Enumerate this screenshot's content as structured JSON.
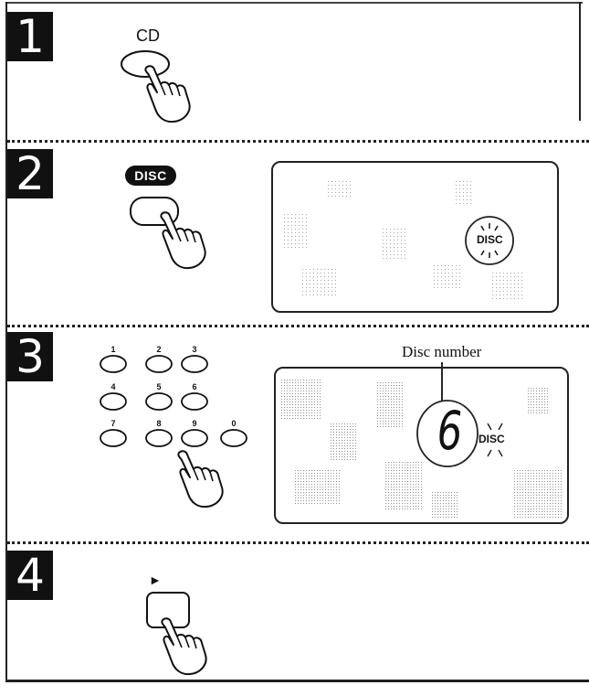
{
  "steps": {
    "one": {
      "number": "1",
      "button_label": "CD"
    },
    "two": {
      "number": "2",
      "button_label": "DISC",
      "display_indicator": "DISC"
    },
    "three": {
      "number": "3",
      "keypad": [
        "1",
        "2",
        "3",
        "4",
        "5",
        "6",
        "7",
        "8",
        "9",
        "0"
      ],
      "callout": "Disc number",
      "display_digit": "6",
      "display_indicator": "DISC"
    },
    "four": {
      "number": "4",
      "button_label": "►"
    }
  },
  "icons": [
    "pointing-hand-icon",
    "play-icon",
    "blink-rays-icon"
  ],
  "colors": {
    "ink": "#111111",
    "paper": "#ffffff",
    "lcd_dots": "#8a8a8a"
  }
}
